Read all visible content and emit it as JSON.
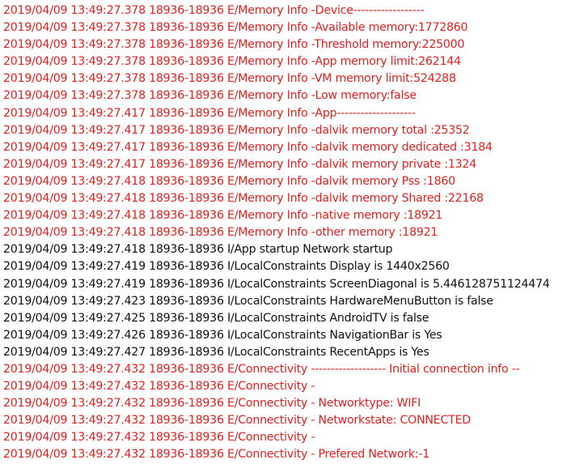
{
  "colors": {
    "error": "#e0211d",
    "info": "#111111",
    "background": "#ffffff"
  },
  "log_lines": [
    {
      "level": "E",
      "text": "2019/04/09 13:49:27.378 18936-18936 E/Memory Info -Device------------------"
    },
    {
      "level": "E",
      "text": "2019/04/09 13:49:27.378 18936-18936 E/Memory Info -Available memory:1772860"
    },
    {
      "level": "E",
      "text": "2019/04/09 13:49:27.378 18936-18936 E/Memory Info -Threshold memory:225000"
    },
    {
      "level": "E",
      "text": "2019/04/09 13:49:27.378 18936-18936 E/Memory Info -App memory limit:262144"
    },
    {
      "level": "E",
      "text": "2019/04/09 13:49:27.378 18936-18936 E/Memory Info -VM memory limit:524288"
    },
    {
      "level": "E",
      "text": "2019/04/09 13:49:27.378 18936-18936 E/Memory Info -Low memory:false"
    },
    {
      "level": "E",
      "text": "2019/04/09 13:49:27.417 18936-18936 E/Memory Info -App--------------------"
    },
    {
      "level": "E",
      "text": "2019/04/09 13:49:27.417 18936-18936 E/Memory Info -dalvik memory total :25352"
    },
    {
      "level": "E",
      "text": "2019/04/09 13:49:27.417 18936-18936 E/Memory Info -dalvik memory dedicated :3184"
    },
    {
      "level": "E",
      "text": "2019/04/09 13:49:27.417 18936-18936 E/Memory Info -dalvik memory private :1324"
    },
    {
      "level": "E",
      "text": "2019/04/09 13:49:27.418 18936-18936 E/Memory Info -dalvik memory Pss :1860"
    },
    {
      "level": "E",
      "text": "2019/04/09 13:49:27.418 18936-18936 E/Memory Info -dalvik memory Shared :22168"
    },
    {
      "level": "E",
      "text": "2019/04/09 13:49:27.418 18936-18936 E/Memory Info -native memory :18921"
    },
    {
      "level": "E",
      "text": "2019/04/09 13:49:27.418 18936-18936 E/Memory Info -other memory :18921"
    },
    {
      "level": "I",
      "text": "2019/04/09 13:49:27.418 18936-18936 I/App startup Network startup"
    },
    {
      "level": "I",
      "text": "2019/04/09 13:49:27.419 18936-18936 I/LocalConstraints Display is 1440x2560"
    },
    {
      "level": "I",
      "text": "2019/04/09 13:49:27.419 18936-18936 I/LocalConstraints ScreenDiagonal is 5.446128751124474"
    },
    {
      "level": "I",
      "text": "2019/04/09 13:49:27.423 18936-18936 I/LocalConstraints HardwareMenuButton is false"
    },
    {
      "level": "I",
      "text": "2019/04/09 13:49:27.425 18936-18936 I/LocalConstraints AndroidTV is false"
    },
    {
      "level": "I",
      "text": "2019/04/09 13:49:27.426 18936-18936 I/LocalConstraints NavigationBar is Yes"
    },
    {
      "level": "I",
      "text": "2019/04/09 13:49:27.427 18936-18936 I/LocalConstraints RecentApps is Yes"
    },
    {
      "level": "E",
      "text": "2019/04/09 13:49:27.432 18936-18936 E/Connectivity ------------------- Initial connection info --"
    },
    {
      "level": "E",
      "text": "2019/04/09 13:49:27.432 18936-18936 E/Connectivity -"
    },
    {
      "level": "E",
      "text": "2019/04/09 13:49:27.432 18936-18936 E/Connectivity - Networktype: WIFI"
    },
    {
      "level": "E",
      "text": "2019/04/09 13:49:27.432 18936-18936 E/Connectivity - Networkstate: CONNECTED"
    },
    {
      "level": "E",
      "text": "2019/04/09 13:49:27.432 18936-18936 E/Connectivity -"
    },
    {
      "level": "E",
      "text": "2019/04/09 13:49:27.432 18936-18936 E/Connectivity - Prefered Network:-1"
    }
  ]
}
